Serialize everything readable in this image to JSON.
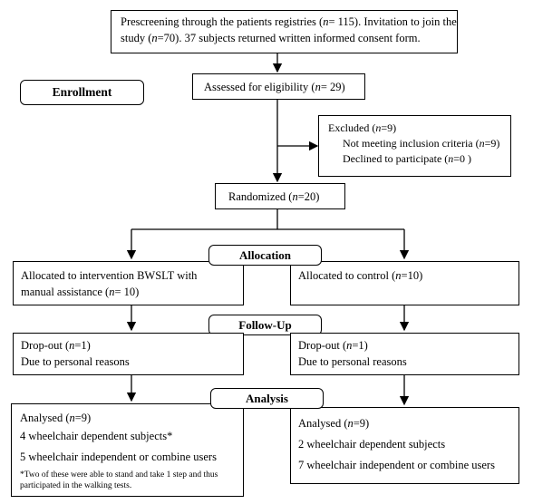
{
  "prescreen": {
    "line1_a": "Prescreening through the patients registries (",
    "n_sym": "n",
    "line1_b": "= 115). Invitation to join the",
    "line2_a": "study (",
    "line2_b": "=70). 37 subjects returned written informed consent form."
  },
  "enrollment_label": "Enrollment",
  "eligibility": {
    "a": "Assessed for eligibility (",
    "n": "n",
    "b": "= 29)"
  },
  "excluded": {
    "title_a": "Excluded (",
    "title_b": "=9)",
    "item1_a": "Not meeting inclusion criteria (",
    "item1_b": "=9)",
    "item2_a": "Declined to participate (",
    "item2_b": "=0 )",
    "n": "n"
  },
  "randomized": {
    "a": "Randomized (",
    "n": "n",
    "b": "=20)"
  },
  "allocation_label": "Allocation",
  "followup_label": "Follow-Up",
  "analysis_label": "Analysis",
  "intervention": {
    "line1": "Allocated to intervention BWSLT with",
    "line2_a": "manual assistance (",
    "n": "n",
    "line2_b": "= 10)"
  },
  "control": {
    "a": "Allocated to control (",
    "n": "n",
    "b": "=10)"
  },
  "dropout_left": {
    "a": "Drop-out (",
    "n": "n",
    "b": "=1)",
    "reason": "Due to personal reasons"
  },
  "dropout_right": {
    "a": "Drop-out (",
    "n": "n",
    "b": "=1)",
    "reason": "Due to personal reasons"
  },
  "analysed_left": {
    "a": "Analysed (",
    "n": "n",
    "b": "=9)",
    "line2": "4 wheelchair dependent subjects*",
    "line3": "5 wheelchair independent or combine users",
    "note": "*Two of these were able to stand and take 1 step and thus participated in the walking tests."
  },
  "analysed_right": {
    "a": "Analysed (",
    "n": "n",
    "b": "=9)",
    "line2": "2 wheelchair dependent subjects",
    "line3": "7 wheelchair independent or combine users"
  }
}
